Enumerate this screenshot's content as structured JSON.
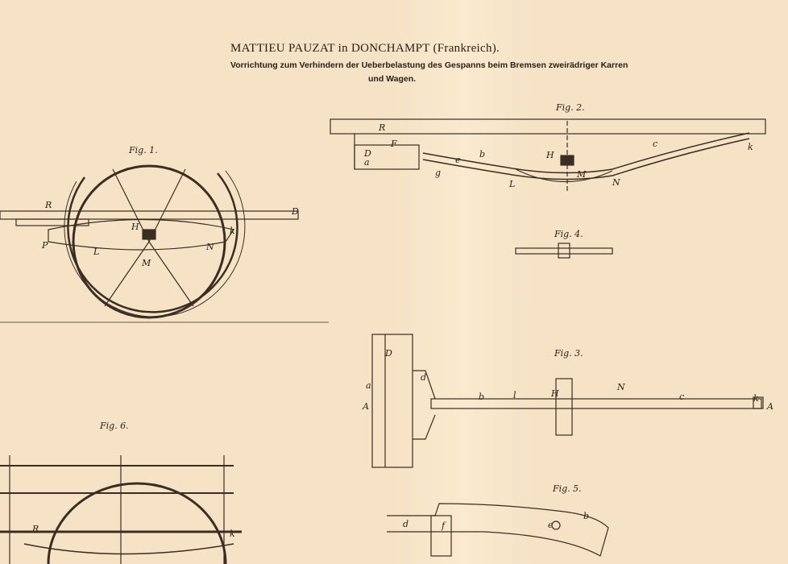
{
  "header": {
    "title": "MATTIEU PAUZAT in DONCHAMPT (Frankreich).",
    "subtitle_line1": "Vorrichtung zum Verhindern der Ueberbelastung des Gespanns beim Bremsen zweirädriger Karren",
    "subtitle_line2": "und Wagen."
  },
  "figures": {
    "fig1": {
      "caption": "Fig. 1.",
      "labels": [
        "R",
        "H",
        "L",
        "M",
        "N",
        "k",
        "D",
        "P"
      ]
    },
    "fig2": {
      "caption": "Fig. 2.",
      "labels": [
        "R",
        "F",
        "D",
        "a",
        "b",
        "c",
        "e",
        "g",
        "H",
        "L",
        "M",
        "N",
        "k"
      ]
    },
    "fig3": {
      "caption": "Fig. 3.",
      "labels": [
        "D",
        "a",
        "A",
        "d",
        "b",
        "l",
        "H",
        "N",
        "c",
        "k",
        "A"
      ]
    },
    "fig4": {
      "caption": "Fig. 4."
    },
    "fig5": {
      "caption": "Fig. 5.",
      "labels": [
        "d",
        "f",
        "e",
        "b"
      ]
    },
    "fig6": {
      "caption": "Fig. 6.",
      "labels": [
        "R",
        "k"
      ]
    }
  }
}
